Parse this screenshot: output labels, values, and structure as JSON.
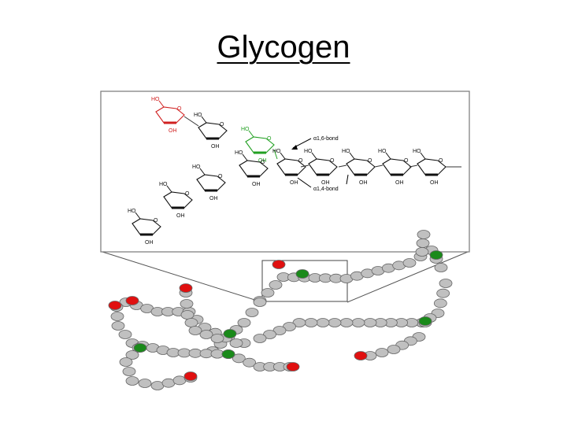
{
  "slide": {
    "title": "Glycogen"
  },
  "structure": {
    "bond_16_label": "α1,6-bond",
    "bond_14_label": "α1,4-bond",
    "group_labels": {
      "ho": "HO",
      "oh": "OH",
      "o": "O"
    },
    "colors": {
      "branch_terminal": "#e01010",
      "branch_point": "#1a8a1a",
      "unit": "#c0c0c0",
      "red_ring": "#d02020",
      "green_ring": "#22a022",
      "black_ring": "#111111"
    }
  }
}
